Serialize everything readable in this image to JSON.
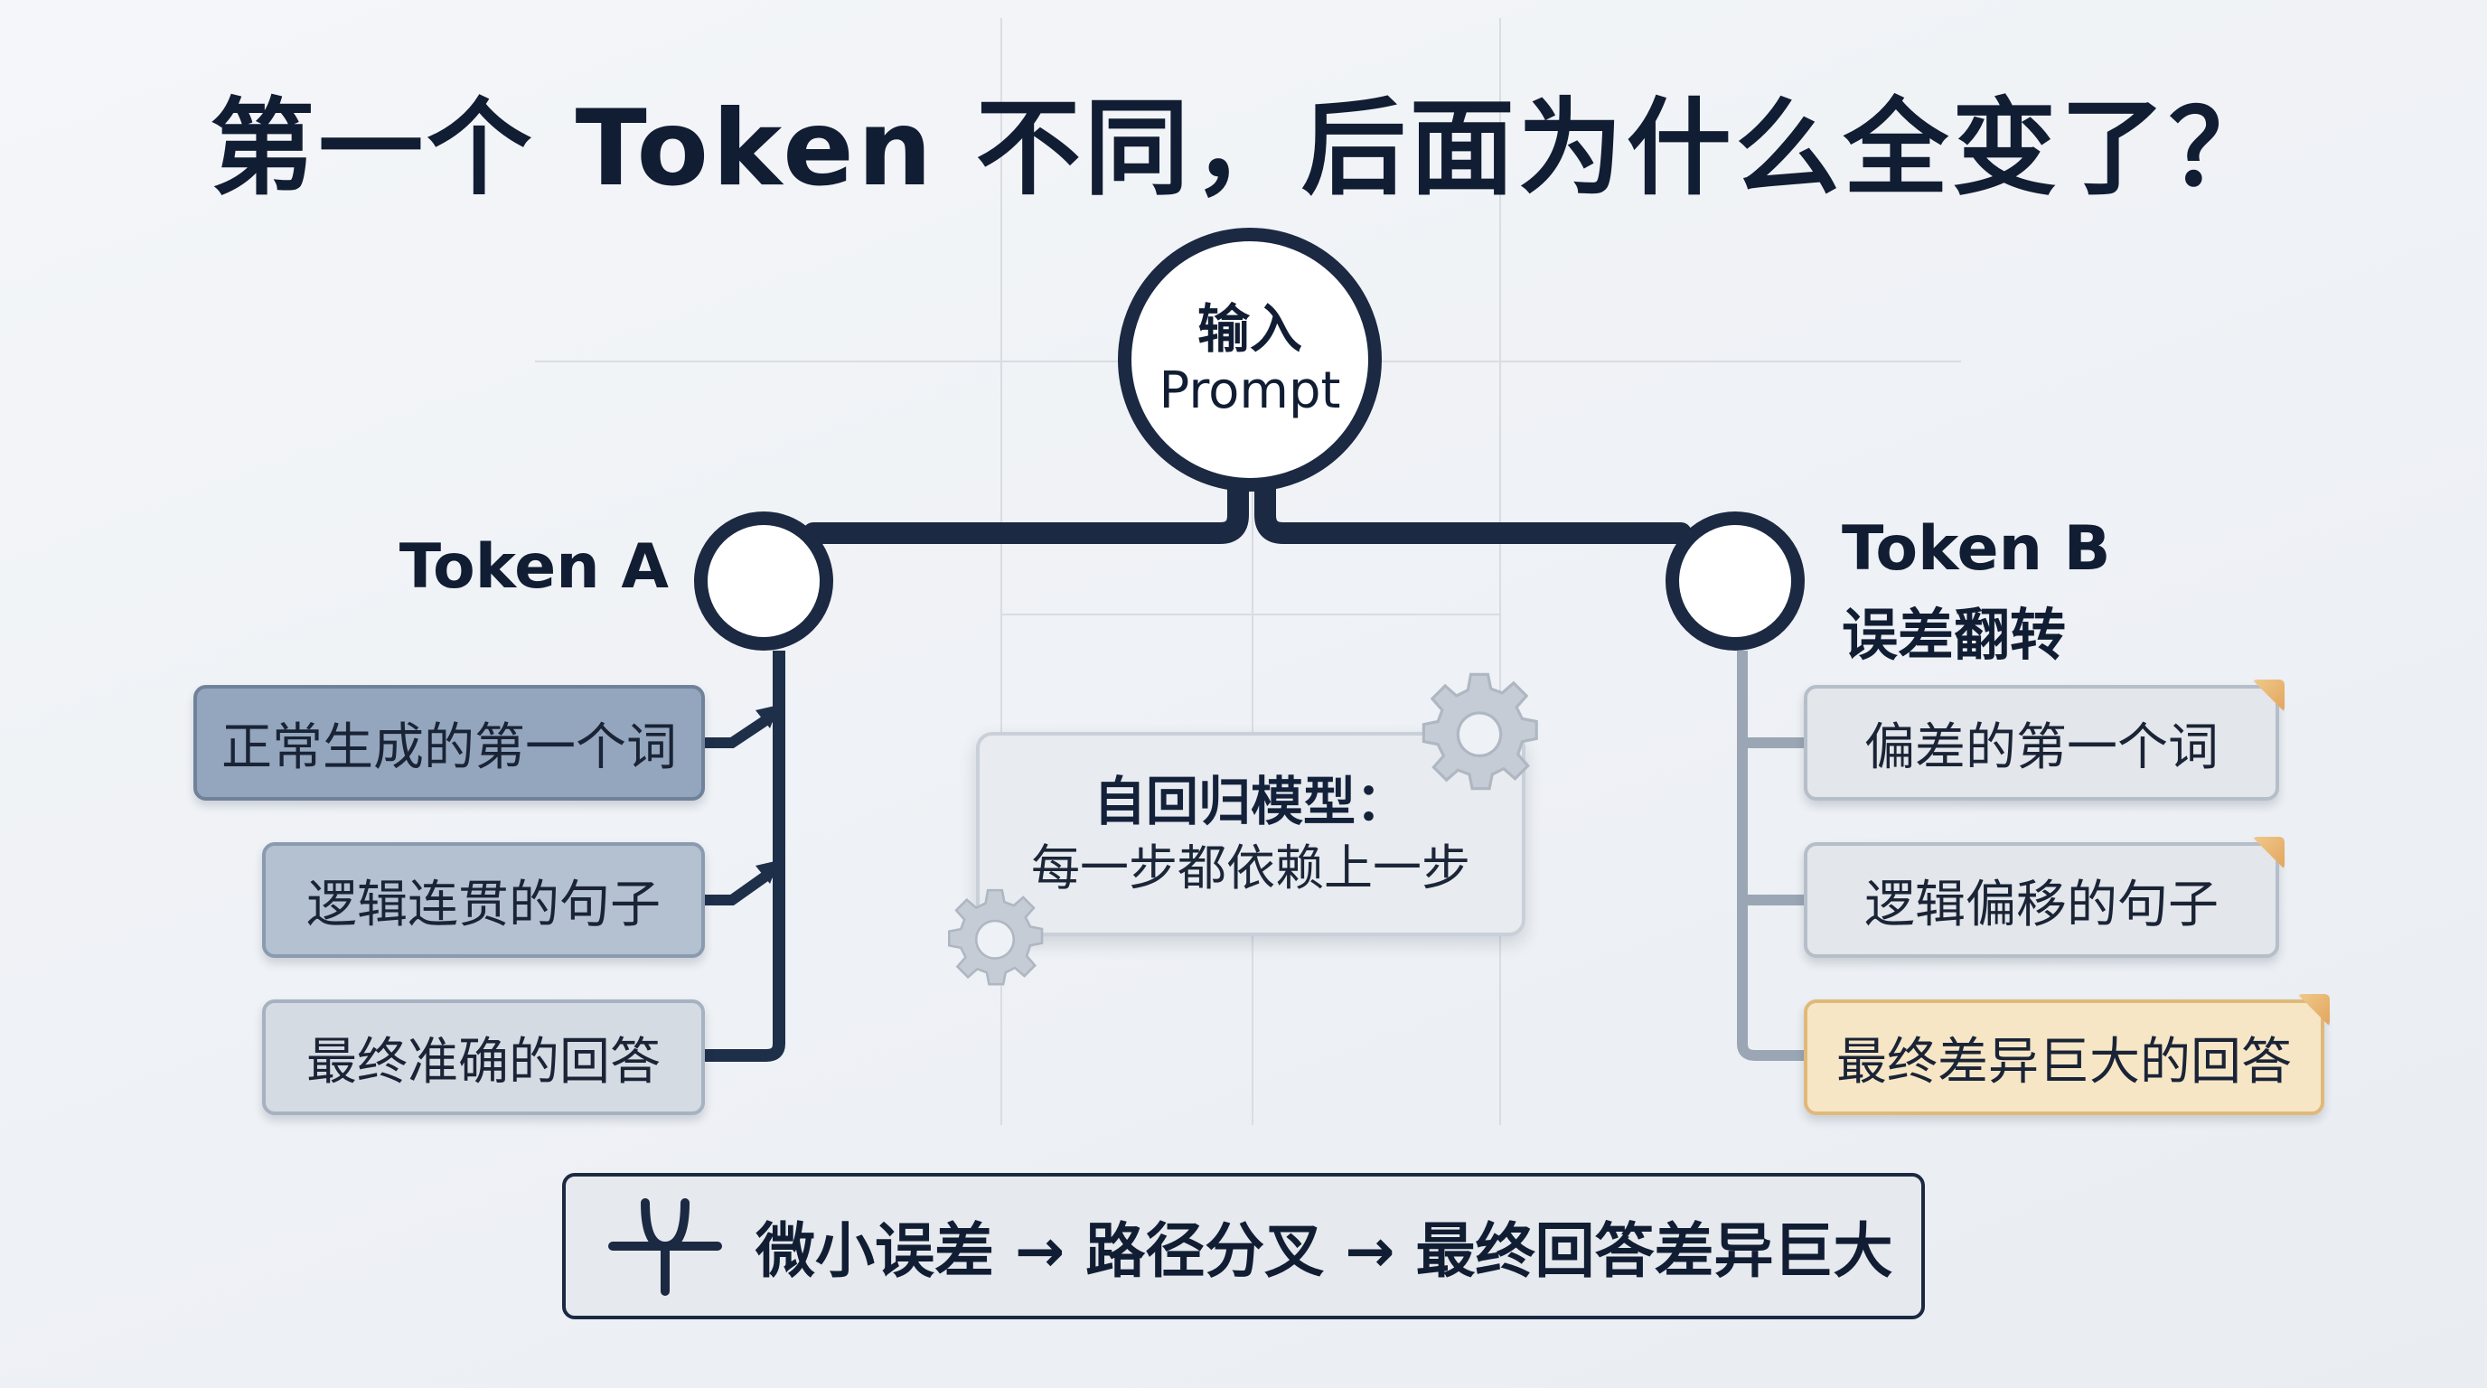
{
  "title": "第一个 Token 不同，后面为什么全变了？",
  "root": {
    "line1": "输入",
    "line2": "Prompt"
  },
  "token_a": {
    "label": "Token A",
    "items": [
      "正常生成的第一个词",
      "逻辑连贯的句子",
      "最终准确的回答"
    ]
  },
  "token_b": {
    "label": "Token B",
    "sublabel": "误差翻转",
    "items": [
      "偏差的第一个词",
      "逻辑偏移的句子",
      "最终差异巨大的回答"
    ]
  },
  "center": {
    "line1": "自回归模型：",
    "line2": "每一步都依赖上一步"
  },
  "summary": "微小误差 → 路径分叉 → 最终回答差异巨大",
  "colors": {
    "dark": "#1b2942",
    "branch_b": "#9aa6b4",
    "accent": "#e2a55c"
  },
  "icons": [
    "gear-icon",
    "fork-icon",
    "warning-corner-icon"
  ]
}
